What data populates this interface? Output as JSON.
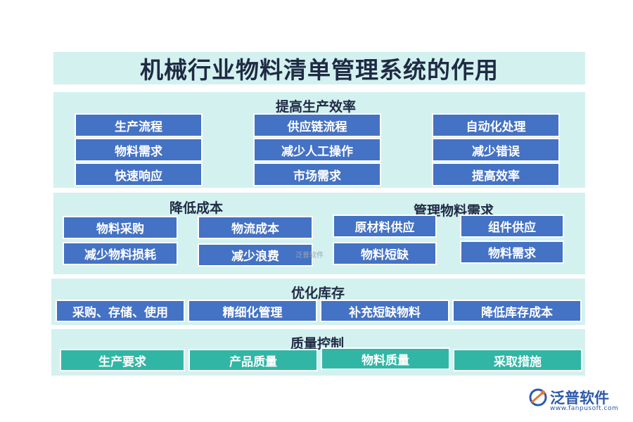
{
  "title": "机械行业物料清单管理系统的作用",
  "sections": {
    "efficiency": {
      "title": "提高生产效率",
      "items": [
        "生产流程",
        "供应链流程",
        "自动化处理",
        "物料需求",
        "减少人工操作",
        "减少错误",
        "快速响应",
        "市场需求",
        "提高效率"
      ]
    },
    "cost": {
      "title": "降低成本",
      "items": [
        "物料采购",
        "物流成本",
        "减少物料损耗",
        "减少浪费"
      ]
    },
    "demand": {
      "title": "管理物料需求",
      "items": [
        "原材料供应",
        "组件供应",
        "物料短缺",
        "物料需求"
      ]
    },
    "inventory": {
      "title": "优化库存",
      "items": [
        "采购、存储、使用",
        "精细化管理",
        "补充短缺物料",
        "降低库存成本"
      ]
    },
    "quality": {
      "title": "质量控制",
      "items": [
        "生产要求",
        "产品质量",
        "物料质量",
        "采取措施"
      ]
    }
  },
  "watermark": "泛普软件",
  "logo": {
    "name": "泛普软件",
    "url": "www.fanpusoft.com"
  },
  "colors": {
    "panel": "#d3f1ef",
    "box_blue": "#4472c4",
    "box_teal": "#31b6a6",
    "title_text": "#1f2a44"
  }
}
